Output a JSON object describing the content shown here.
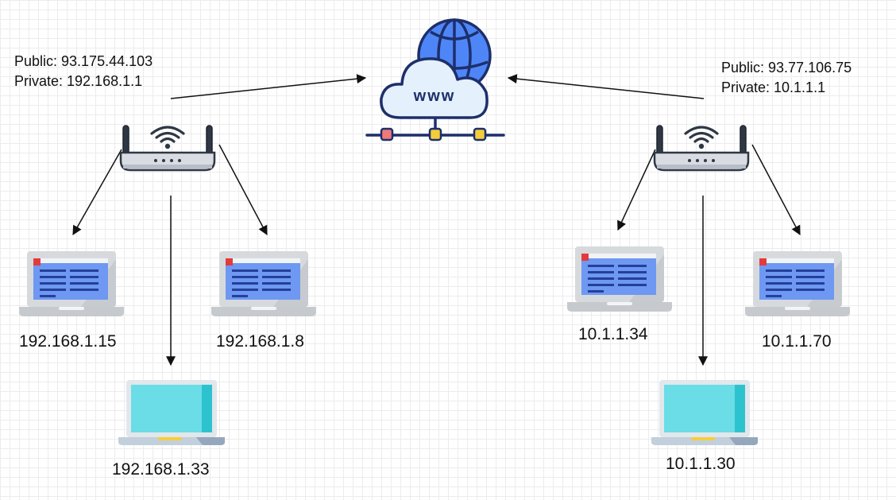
{
  "diagram": {
    "left_network": {
      "router": {
        "public_label": "Public: 93.175.44.103",
        "private_label": "Private: 192.168.1.1"
      },
      "hosts": [
        "192.168.1.15",
        "192.168.1.33",
        "192.168.1.8"
      ]
    },
    "right_network": {
      "router": {
        "public_label": "Public: 93.77.106.75",
        "private_label": "Private: 10.1.1.1"
      },
      "hosts": [
        "10.1.1.34",
        "10.1.1.30",
        "10.1.1.70"
      ]
    },
    "internet": {
      "icon": "cloud-globe-www-icon",
      "text": "www"
    }
  },
  "colors": {
    "globe_blue": "#4f86f7",
    "cloud_fill": "#e4f0fb",
    "screen_blue": "#5c8ef2",
    "screen_cyan": "#6adde6",
    "router_body": "#d9dde3",
    "accent_red": "#e33b3b",
    "accent_yellow": "#f5cd3a"
  }
}
